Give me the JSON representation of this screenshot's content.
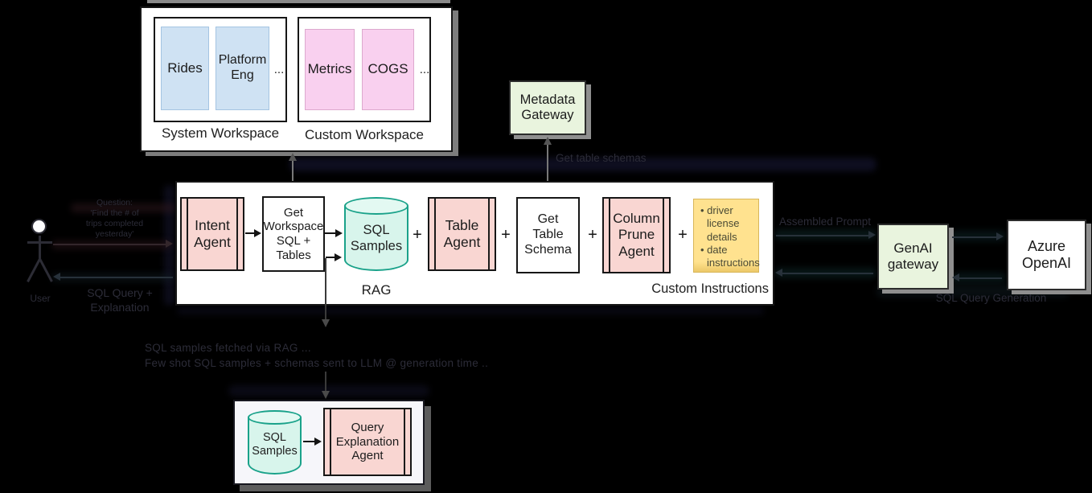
{
  "workspaces": {
    "system": {
      "caption": "System Workspace",
      "items": [
        "Rides",
        "Platform\nEng"
      ],
      "more": "..."
    },
    "custom": {
      "caption": "Custom Workspace",
      "items": [
        "Metrics",
        "COGS"
      ],
      "more": "..."
    }
  },
  "metadata_gateway": {
    "label": "Metadata\nGateway",
    "link_label": "Get table schemas"
  },
  "pipeline": {
    "intent_agent": "Intent\nAgent",
    "get_workspace": "Get\nWorkspace\nSQL +\nTables",
    "sql_samples": "SQL\nSamples",
    "rag_label": "RAG",
    "plus": "+",
    "table_agent": "Table\nAgent",
    "get_table_schema": "Get\nTable\nSchema",
    "column_prune_agent": "Column\nPrune\nAgent",
    "sticky_note": {
      "bullets": [
        "driver license details",
        "date instructions"
      ]
    },
    "custom_instructions_label": "Custom Instructions"
  },
  "gateway_flow": {
    "prompt_label": "Assembled Prompt",
    "genai_gateway": "GenAI\ngateway",
    "azure_openai": "Azure\nOpenAI",
    "generation_label": "SQL Query Generation"
  },
  "user": {
    "label": "User",
    "question_lines": [
      "Question:",
      "'Find the # of",
      "trips completed",
      "yesterday'"
    ],
    "response_lines": [
      "SQL Query +",
      "Explanation"
    ]
  },
  "rag_annotation": {
    "lines": [
      "SQL samples fetched via RAG ...",
      "Few shot SQL samples + schemas sent to LLM @ generation time .."
    ]
  },
  "explanation_group": {
    "sql_samples": "SQL\nSamples",
    "agent": "Query\nExplanation\nAgent"
  },
  "colors": {
    "system_item": "#cfe2f3",
    "custom_item": "#f9d0ef",
    "agent_pink": "#f9d6d2",
    "gateway_green": "#e9f4de",
    "cylinder_teal": "#1aa28a",
    "sticky_yellow": "#ffe28f"
  }
}
